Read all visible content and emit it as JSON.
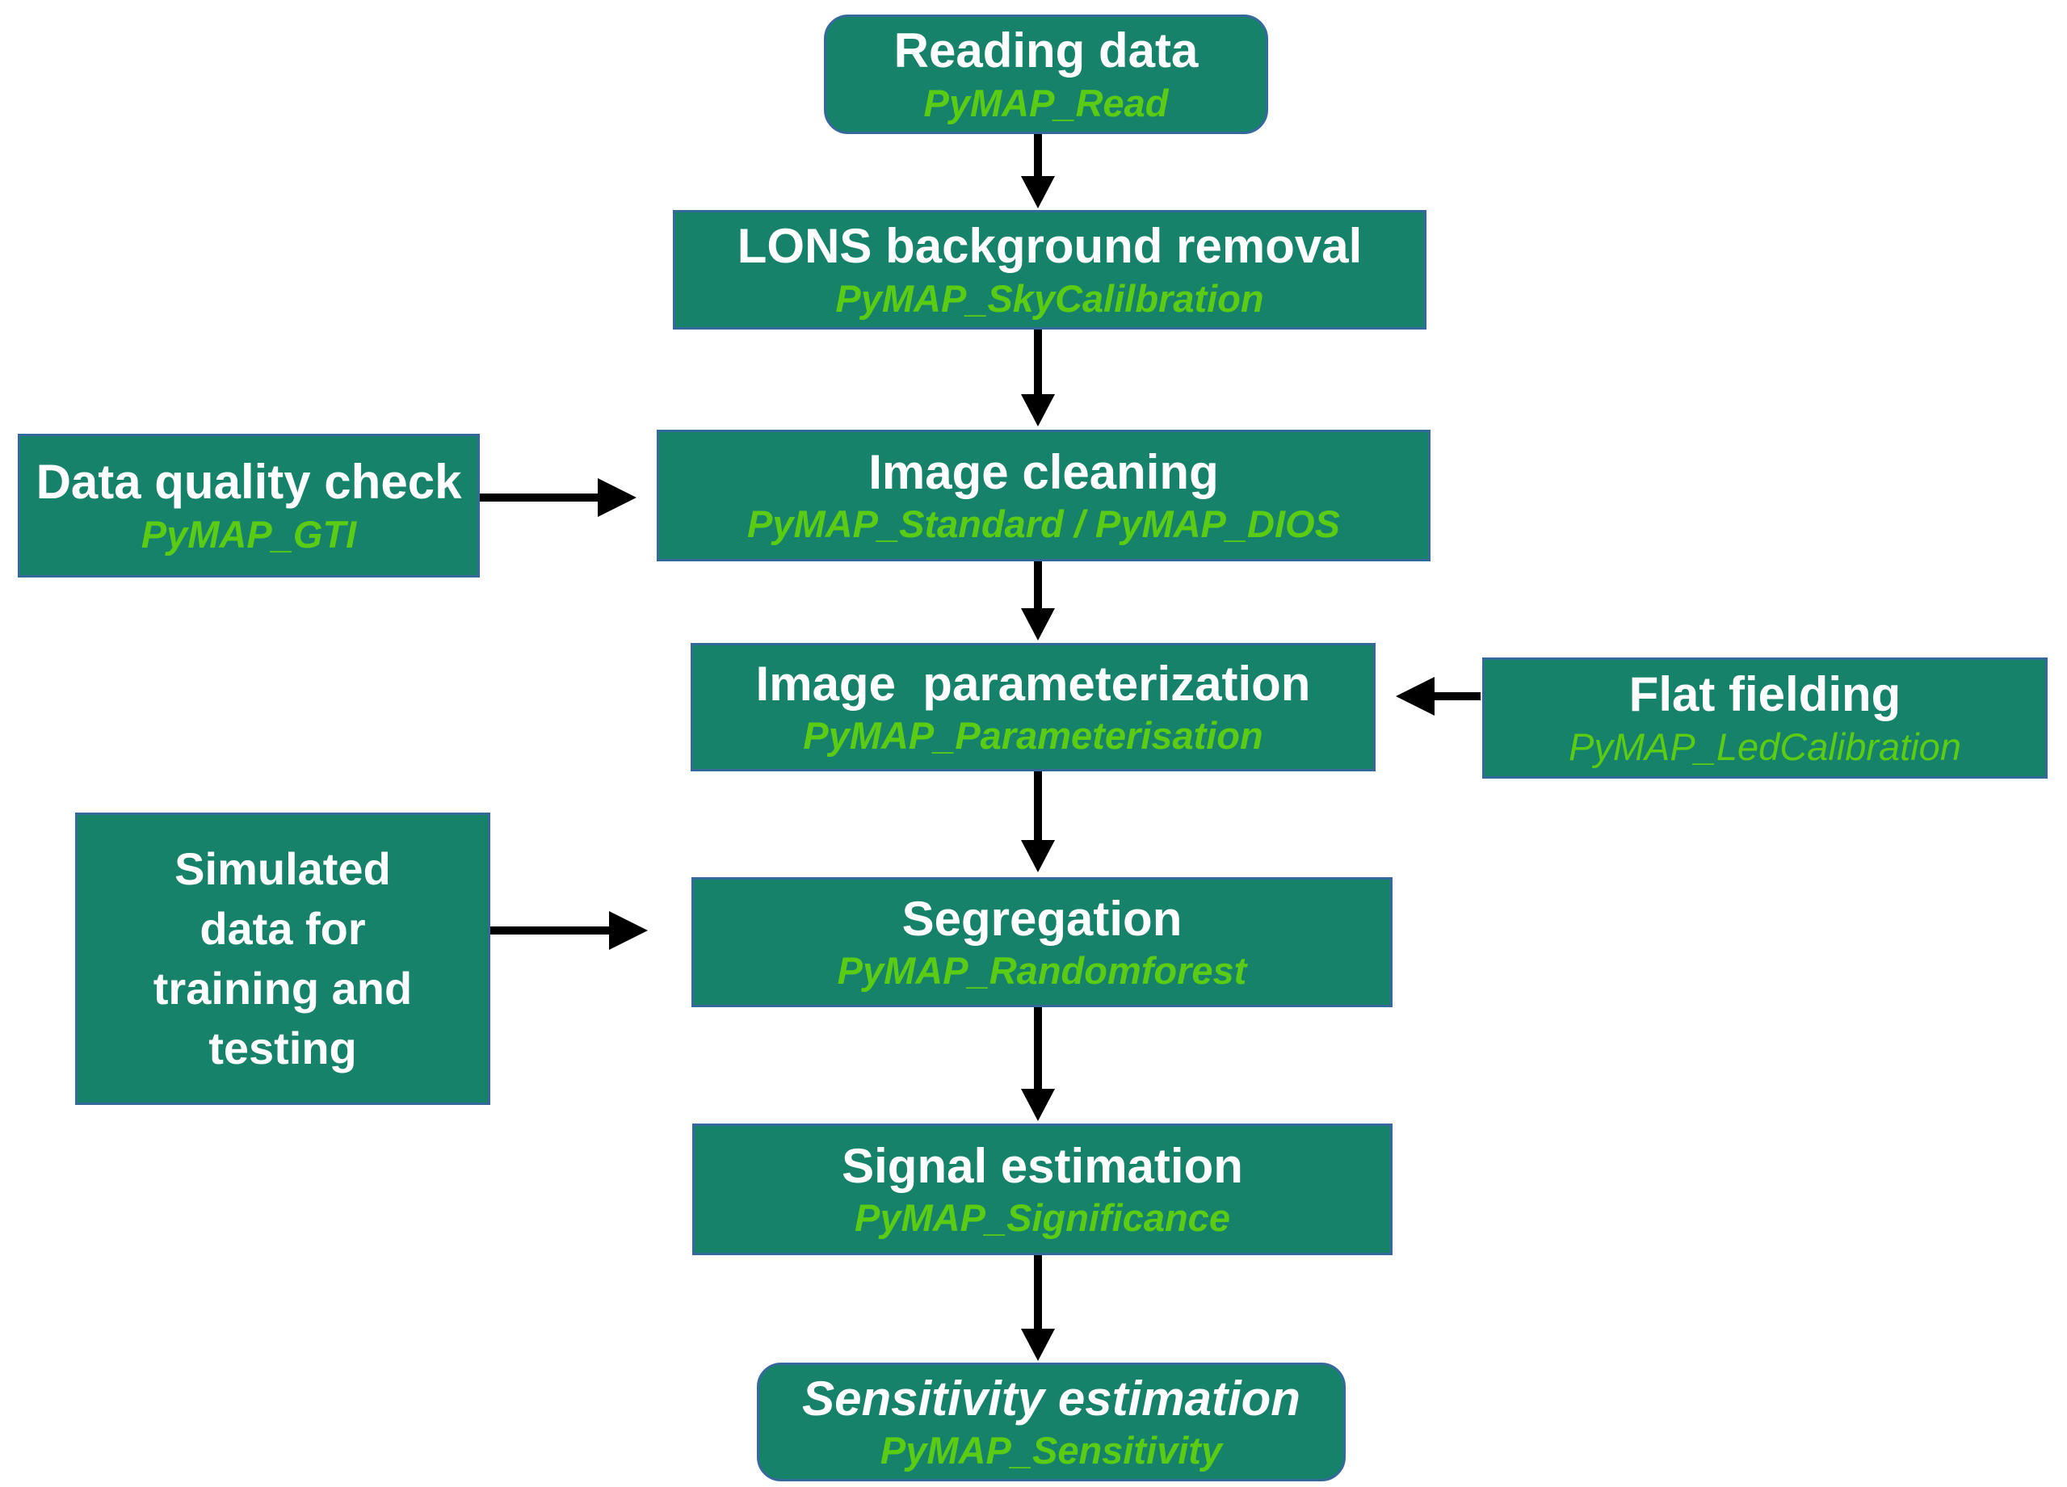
{
  "diagram": {
    "title": "PyMAP analysis pipeline flowchart",
    "boxes": {
      "reading": {
        "title": "Reading data",
        "subtitle": "PyMAP_Read"
      },
      "lons": {
        "title": "LONS background removal",
        "subtitle": "PyMAP_SkyCalilbration"
      },
      "data_quality": {
        "title": "Data quality check",
        "subtitle": "PyMAP_GTI"
      },
      "image_cleaning": {
        "title": "Image cleaning",
        "subtitle": "PyMAP_Standard / PyMAP_DIOS"
      },
      "image_param": {
        "title": "Image  parameterization",
        "subtitle": "PyMAP_Parameterisation"
      },
      "flat_fielding": {
        "title": "Flat fielding",
        "subtitle": "PyMAP_LedCalibration"
      },
      "simulated": {
        "title": "Simulated\ndata for\ntraining and\ntesting"
      },
      "segregation": {
        "title": "Segregation",
        "subtitle": "PyMAP_Randomforest"
      },
      "signal": {
        "title": "Signal estimation",
        "subtitle": "PyMAP_Significance"
      },
      "sensitivity": {
        "title": "Sensitivity estimation",
        "subtitle": "PyMAP_Sensitivity"
      }
    },
    "colors": {
      "box_fill": "#17826A",
      "box_border": "#35699B",
      "title_text": "#FFFFFF",
      "subtitle_text": "#5BCC14",
      "arrow": "#000000",
      "background": "#FFFFFF"
    }
  }
}
